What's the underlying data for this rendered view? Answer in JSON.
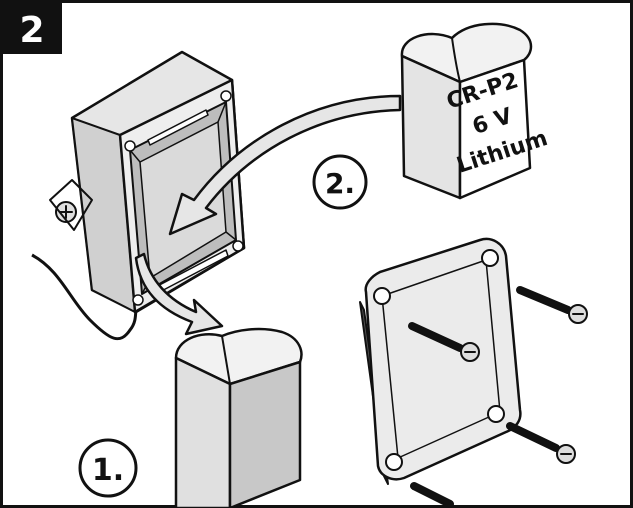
{
  "figure": {
    "step_number": "2",
    "step_labels": {
      "remove": "1.",
      "insert": "2."
    },
    "battery_label": {
      "line1": "CR-P2",
      "line2": "6 V",
      "line3": "Lithium"
    }
  },
  "colors": {
    "outline": "#111111",
    "body_light": "#e6e6e6",
    "body_mid": "#cfcfcf",
    "body_dark": "#a9a9a9",
    "background": "#ffffff"
  },
  "icons": [
    "box-housing",
    "battery-old",
    "battery-new",
    "lid",
    "screw",
    "curved-arrow"
  ]
}
